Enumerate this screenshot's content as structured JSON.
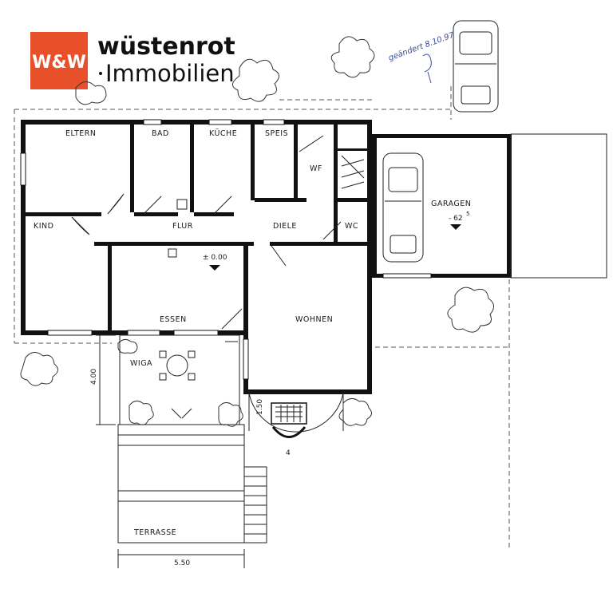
{
  "logo": {
    "badge_text": "W&W",
    "brand": "wüstenrot",
    "subline": "Immobilien",
    "badge_color": "#e8502a"
  },
  "handwritten_note": "geändert 8.10.97",
  "rooms": {
    "eltern": "ELTERN",
    "bad": "BAD",
    "kueche": "KÜCHE",
    "speis": "SPEIS",
    "wf": "WF",
    "garagen": "GARAGEN",
    "kind": "KIND",
    "flur": "FLUR",
    "diele": "DIELE",
    "wc": "WC",
    "essen": "ESSEN",
    "wohnen": "WOHNEN",
    "wiga": "WIGA",
    "terrasse": "TERRASSE"
  },
  "levels": {
    "ground": "± 0.00",
    "garage": "- 62",
    "garage_sup": "5"
  },
  "dimensions": {
    "wiga_depth": "4.00",
    "terrace_width": "5.50",
    "entrance_depth": "1.50",
    "entrance_number": "4"
  }
}
